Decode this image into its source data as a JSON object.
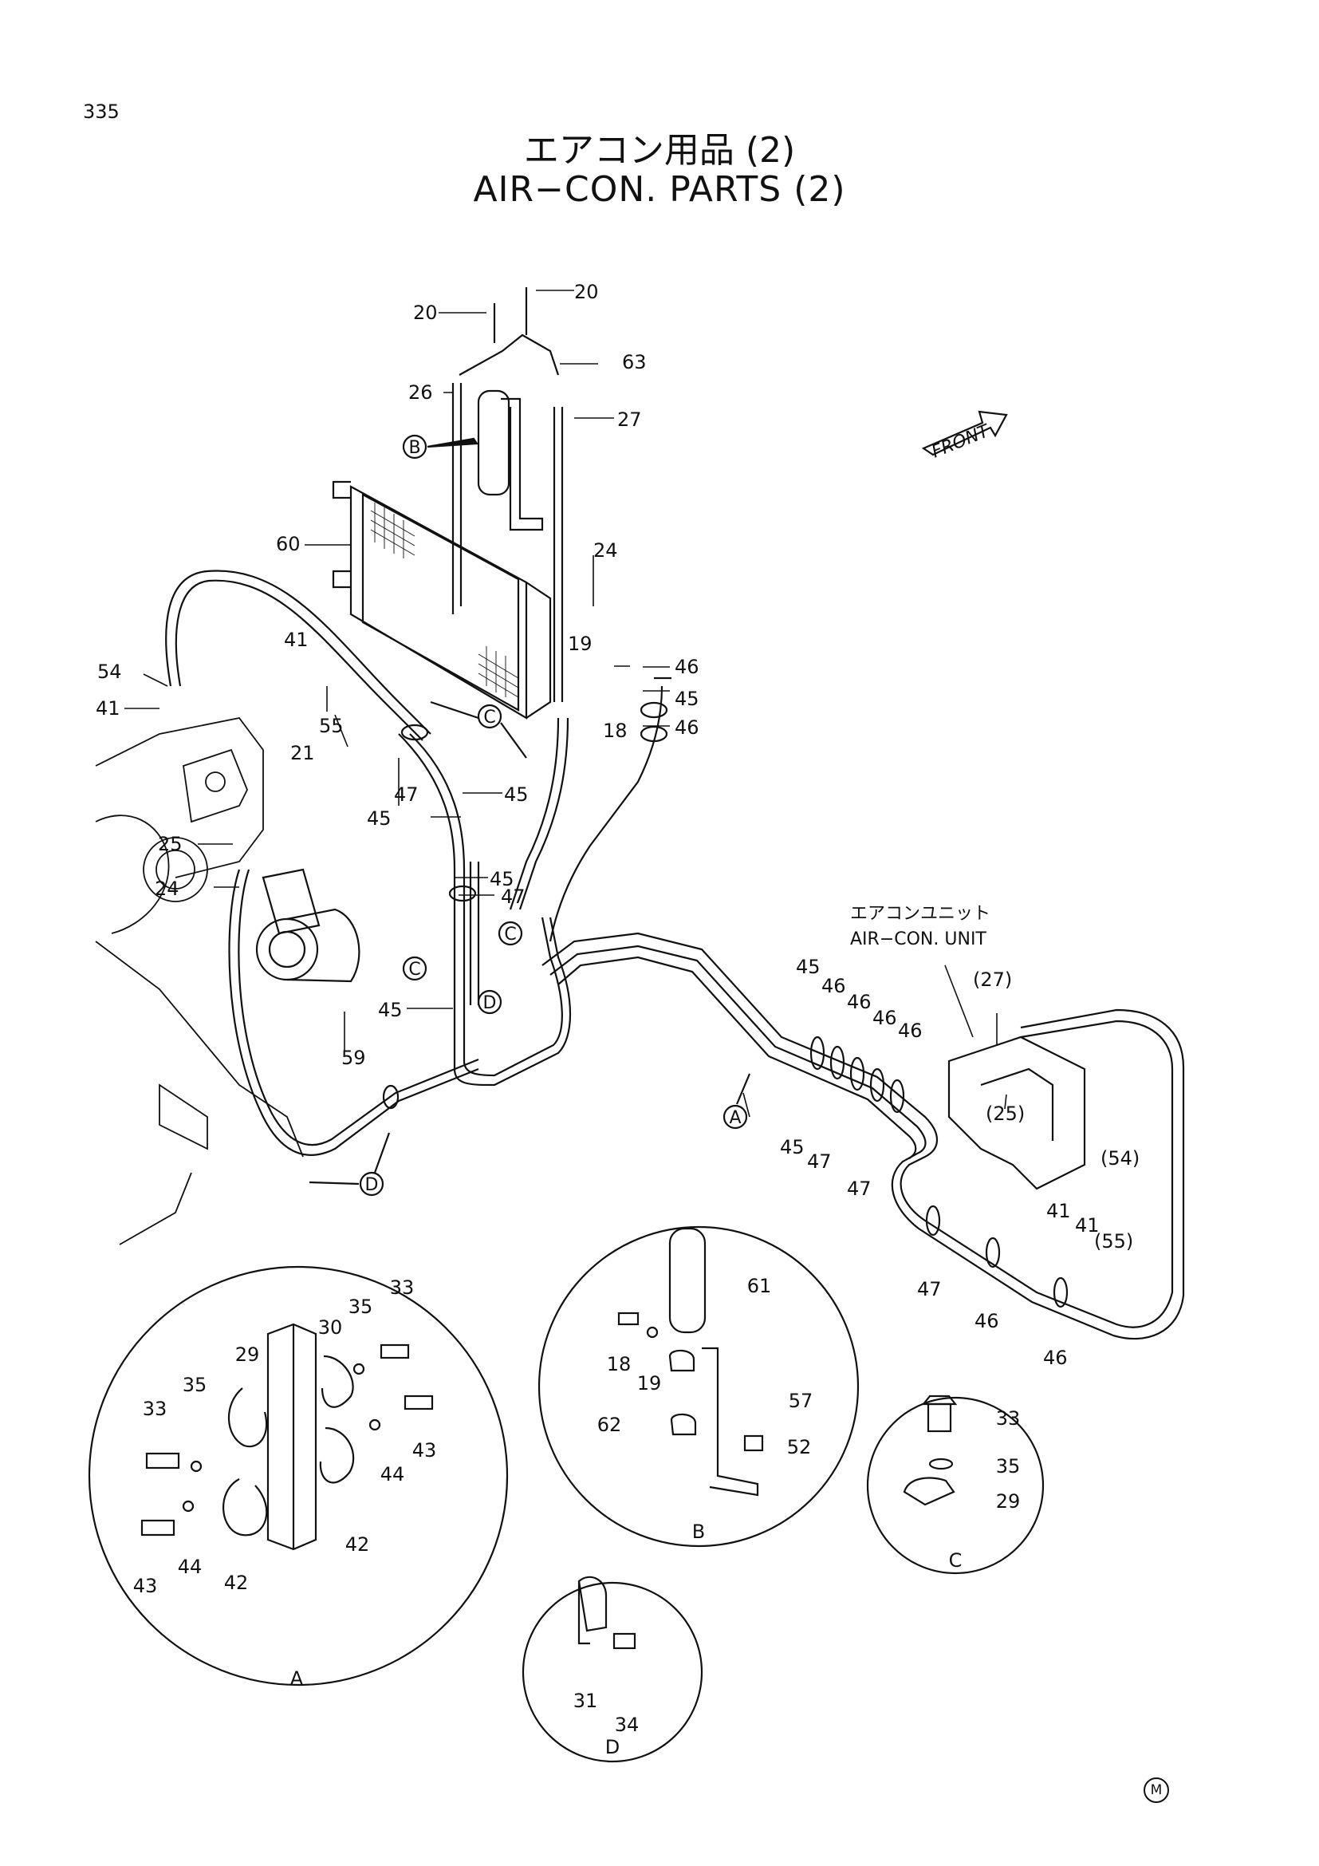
{
  "page": {
    "number": "335",
    "title_jp": "エアコン用品 (2)",
    "title_en": "AIR−CON. PARTS (2)",
    "corner_mark": "M"
  },
  "front_arrow": "FRONT",
  "unit_label": {
    "jp": "エアコンユニット",
    "en": "AIR−CON. UNIT"
  },
  "callouts": {
    "B": "B",
    "C": "C",
    "D": "D",
    "A": "A"
  },
  "labels": {
    "p20a": "20",
    "p20b": "20",
    "p63": "63",
    "p26": "26",
    "p27": "27",
    "p60": "60",
    "p24": "24",
    "p19": "19",
    "p18": "18",
    "p46a": "46",
    "p45a": "45",
    "p46b": "46",
    "p41a": "41",
    "p54": "54",
    "p41b": "41",
    "p55": "55",
    "p21": "21",
    "p47a": "47",
    "p45b": "45",
    "p45c": "45",
    "p25": "25",
    "p24b": "24",
    "p45d": "45",
    "p47b": "47",
    "p45e": "45",
    "p59": "59",
    "p45f": "45",
    "p46c": "46",
    "p46d": "46",
    "p46e": "46",
    "p46f": "46",
    "p45g": "45",
    "p47c": "47",
    "p47d": "47",
    "p27b": "(27)",
    "p25b": "(25)",
    "p54b": "(54)",
    "p41c": "41",
    "p41d": "41",
    "p55b": "(55)",
    "p47e": "47",
    "p46g": "46",
    "p46h": "46"
  },
  "detail_A": {
    "caption": "A",
    "labels": [
      "33",
      "35",
      "29",
      "30",
      "35",
      "33",
      "43",
      "44",
      "42",
      "43",
      "44",
      "42"
    ]
  },
  "detail_B": {
    "caption": "B",
    "labels": [
      "61",
      "18",
      "19",
      "57",
      "62",
      "52"
    ]
  },
  "detail_C": {
    "caption": "C",
    "labels": [
      "33",
      "35",
      "29"
    ]
  },
  "detail_D": {
    "caption": "D",
    "labels": [
      "31",
      "34"
    ]
  }
}
